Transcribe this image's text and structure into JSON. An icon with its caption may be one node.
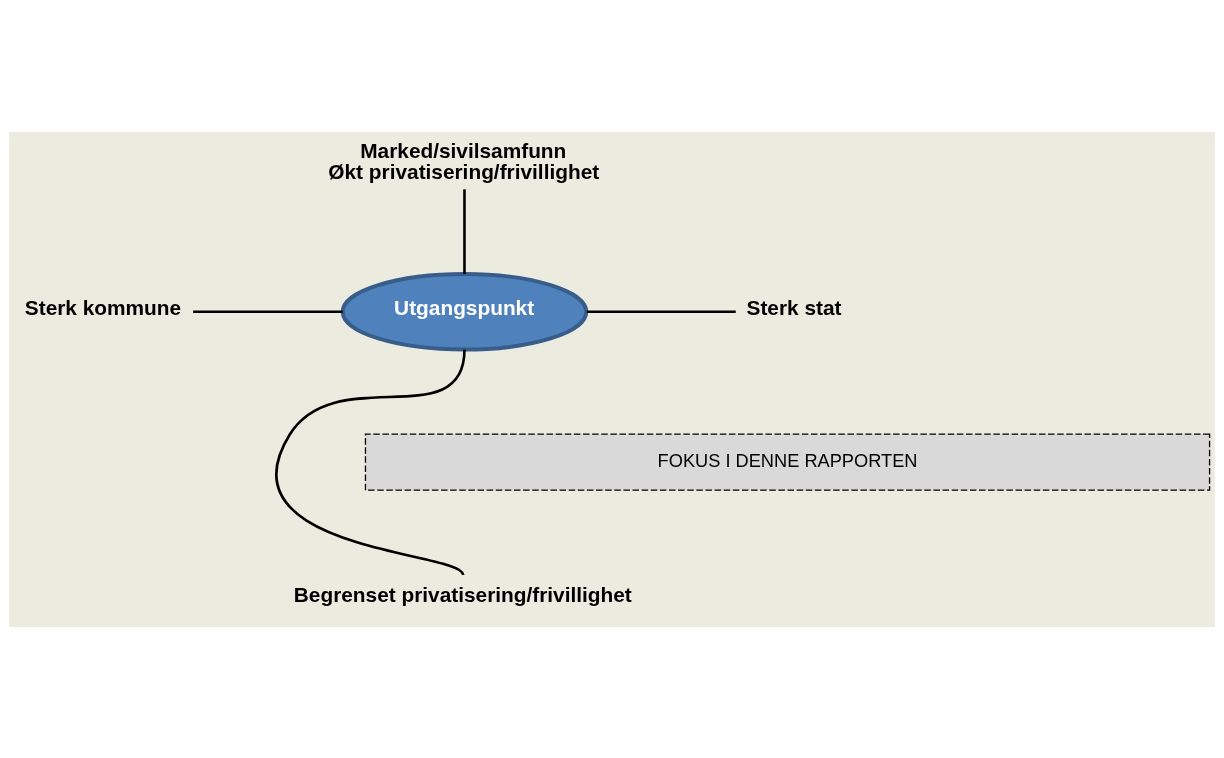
{
  "diagram": {
    "nodes": [
      {
        "text": [
          "Marked/sivilsamfunn",
          "Økt privatisering/frivillighet"
        ]
      },
      {
        "text": [
          "Sterk kommune"
        ]
      },
      {
        "text": [
          "Utgangspunkt"
        ]
      },
      {
        "text": [
          "Sterk stat"
        ]
      },
      {
        "text": [
          "Begrenset privatisering/frivillighet"
        ]
      }
    ],
    "edges": [
      {
        "from": 2,
        "to": 0,
        "arrow": "none"
      },
      {
        "from": 1,
        "to": 2,
        "arrow": "none"
      },
      {
        "from": 2,
        "to": 3,
        "arrow": "none"
      },
      {
        "from": 2,
        "to": 4,
        "arrow": "none"
      }
    ],
    "labels": [
      "FOKUS I DENNE RAPPORTEN"
    ]
  }
}
